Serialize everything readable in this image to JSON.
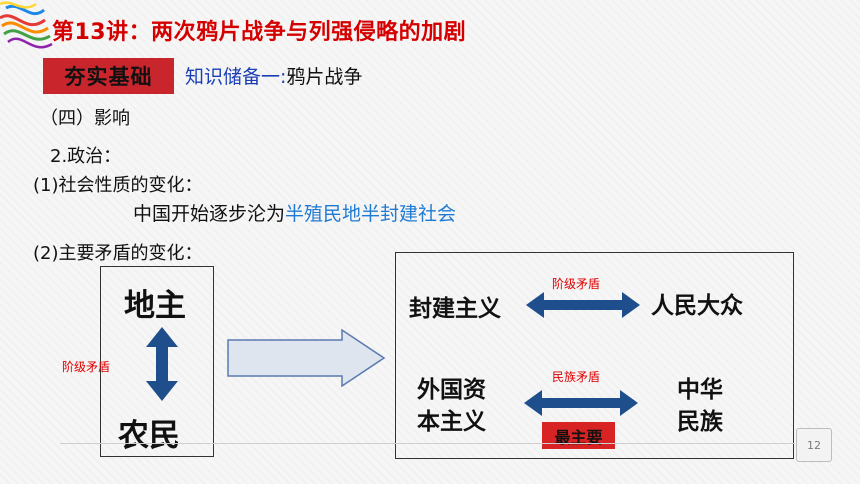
{
  "title": "第13讲：两次鸦片战争与列强侵略的加剧",
  "badge": "夯实基础",
  "subhead": {
    "prefix": "知识储备一:",
    "topic": "鸦片战争"
  },
  "section": "（四）影响",
  "point2": "2.政治：",
  "item1": "(1)社会性质的变化：",
  "line1": {
    "prefix": "中国开始逐步沦为",
    "highlight": "半殖民地半封建社会"
  },
  "item2": "(2)主要矛盾的变化：",
  "left_box": {
    "top": "地主",
    "bottom": "农民",
    "relation": "阶级矛盾"
  },
  "right_box": {
    "row1": {
      "left": "封建主义",
      "right": "人民大众",
      "relation": "阶级矛盾"
    },
    "row2": {
      "left_line1": "外国资",
      "left_line2": "本主义",
      "right_line1": "中华",
      "right_line2": "民族",
      "relation": "民族矛盾",
      "tag": "最主要"
    }
  },
  "page_number": "12",
  "colors": {
    "title_red": "#d40000",
    "badge_red": "#c9252c",
    "arrow_blue": "#1f4e8c",
    "highlight_blue": "#1f7ad3"
  }
}
